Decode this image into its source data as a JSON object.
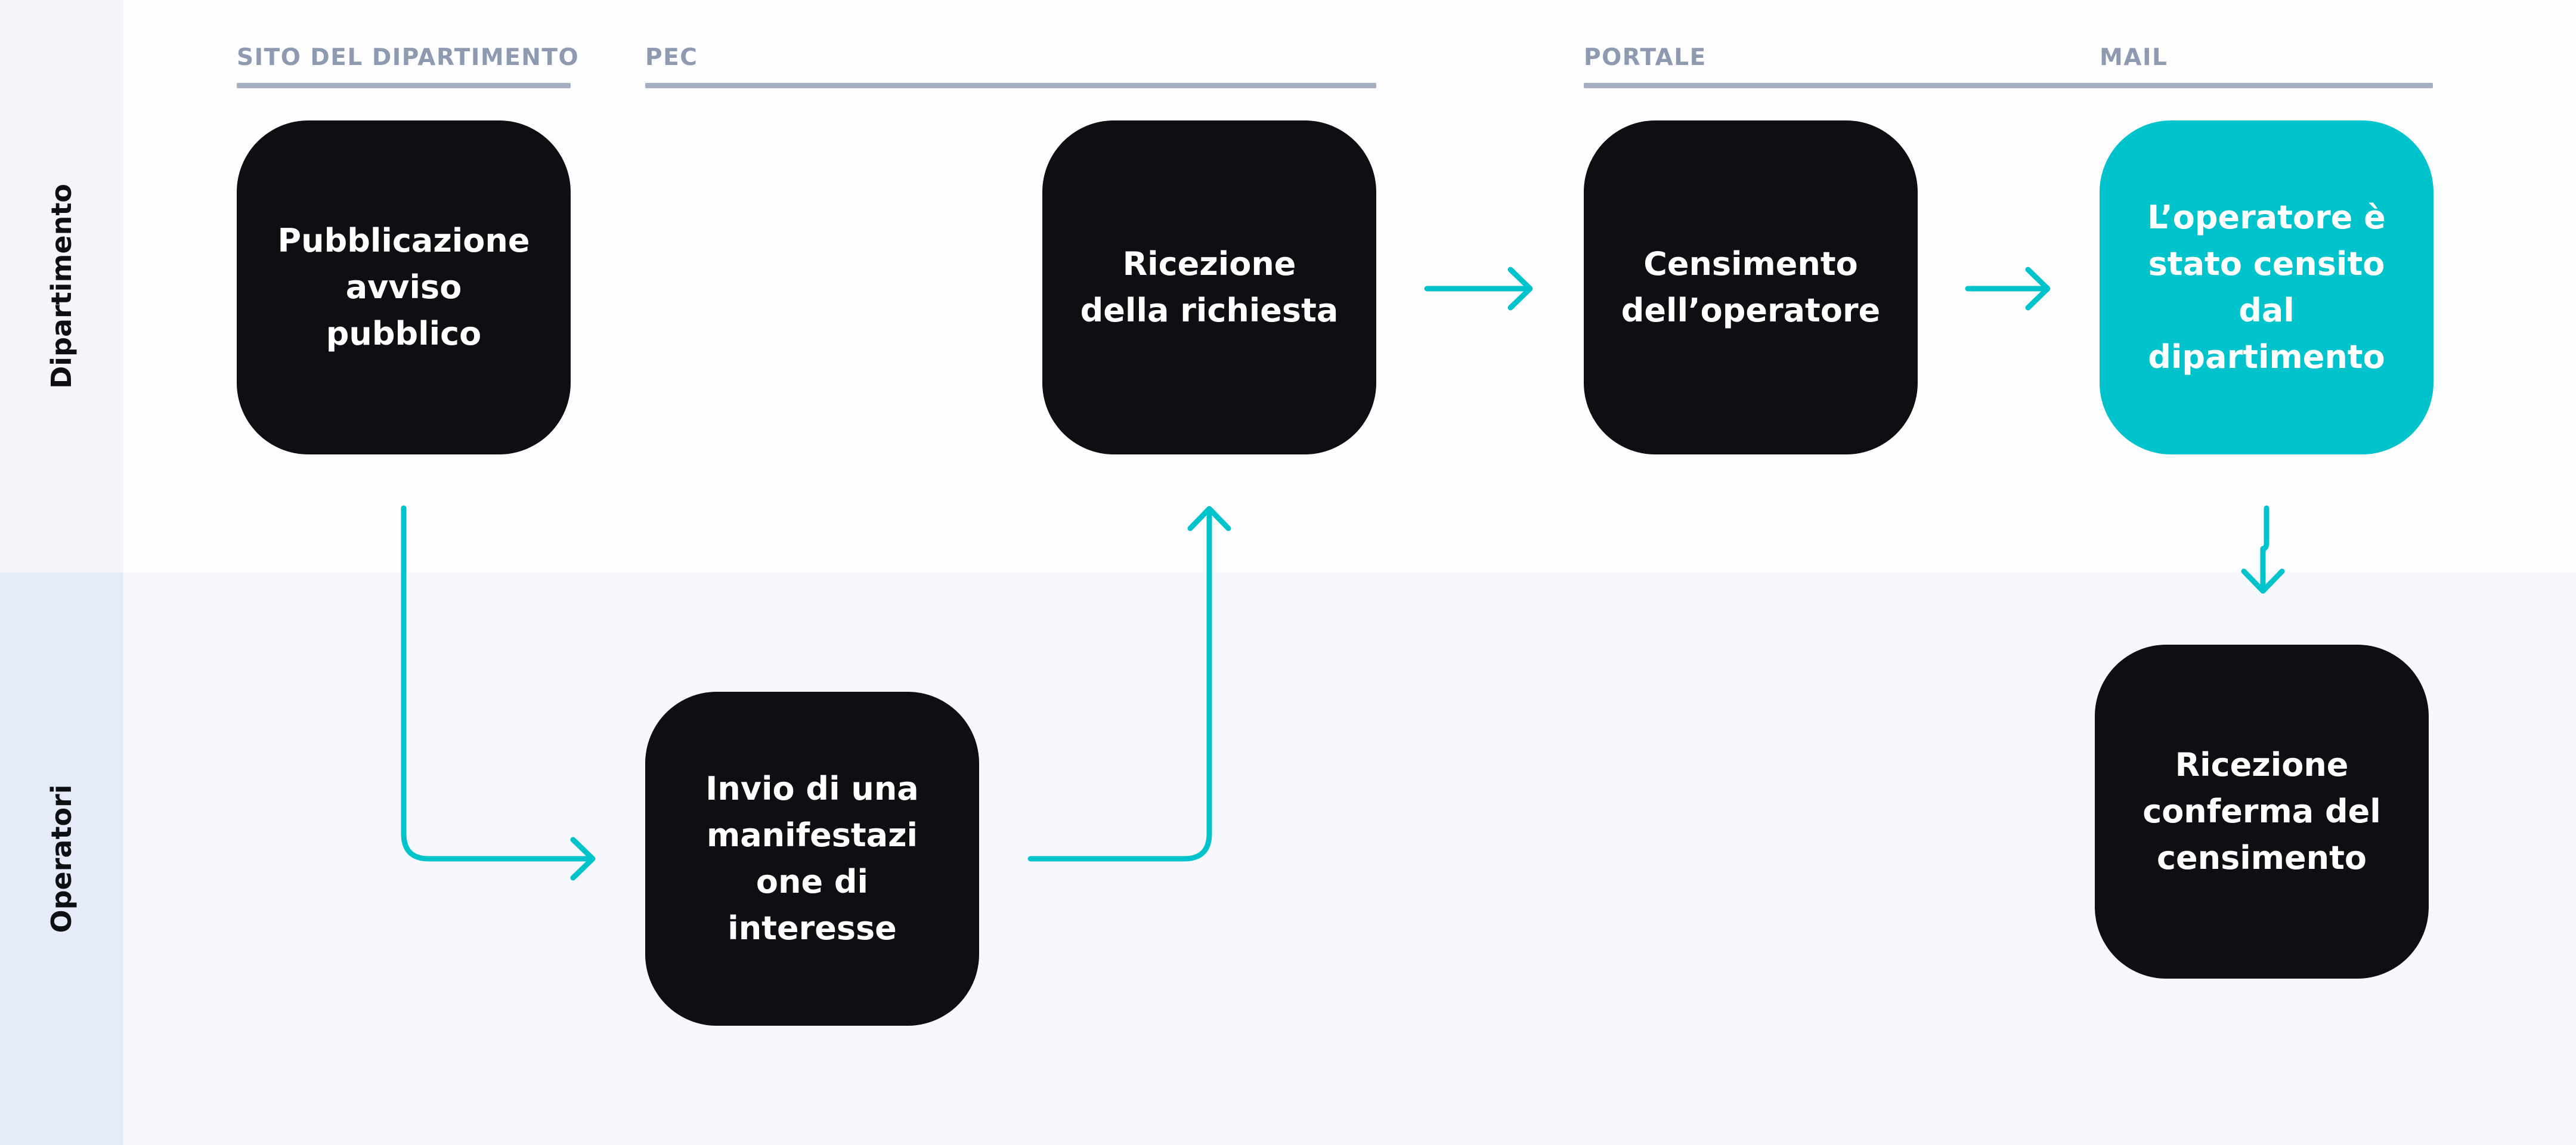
{
  "lanes": {
    "top": "Dipartimento",
    "bottom": "Operatori"
  },
  "columns": [
    {
      "label": "SITO DEL DIPARTIMENTO"
    },
    {
      "label": "PEC"
    },
    {
      "label": "PORTALE"
    },
    {
      "label": "MAIL"
    }
  ],
  "nodes": [
    {
      "id": "pubblicazione",
      "text": "Pubblicazione\navviso\npubblico"
    },
    {
      "id": "ricezione-richiesta",
      "text": "Ricezione\ndella richiesta"
    },
    {
      "id": "censimento",
      "text": "Censimento\ndell’operatore"
    },
    {
      "id": "censito",
      "text": "L’operatore è\nstato censito\ndal\ndipartimento"
    },
    {
      "id": "invio",
      "text": "Invio di una\nmanifestazi\none di\ninteresse"
    },
    {
      "id": "conferma",
      "text": "Ricezione\nconferma del\ncensimento"
    }
  ],
  "colors": {
    "node": "#0e0f12",
    "highlight": "#00c3cb",
    "arrow": "#00c3cb",
    "header": "#8e9ab0"
  }
}
